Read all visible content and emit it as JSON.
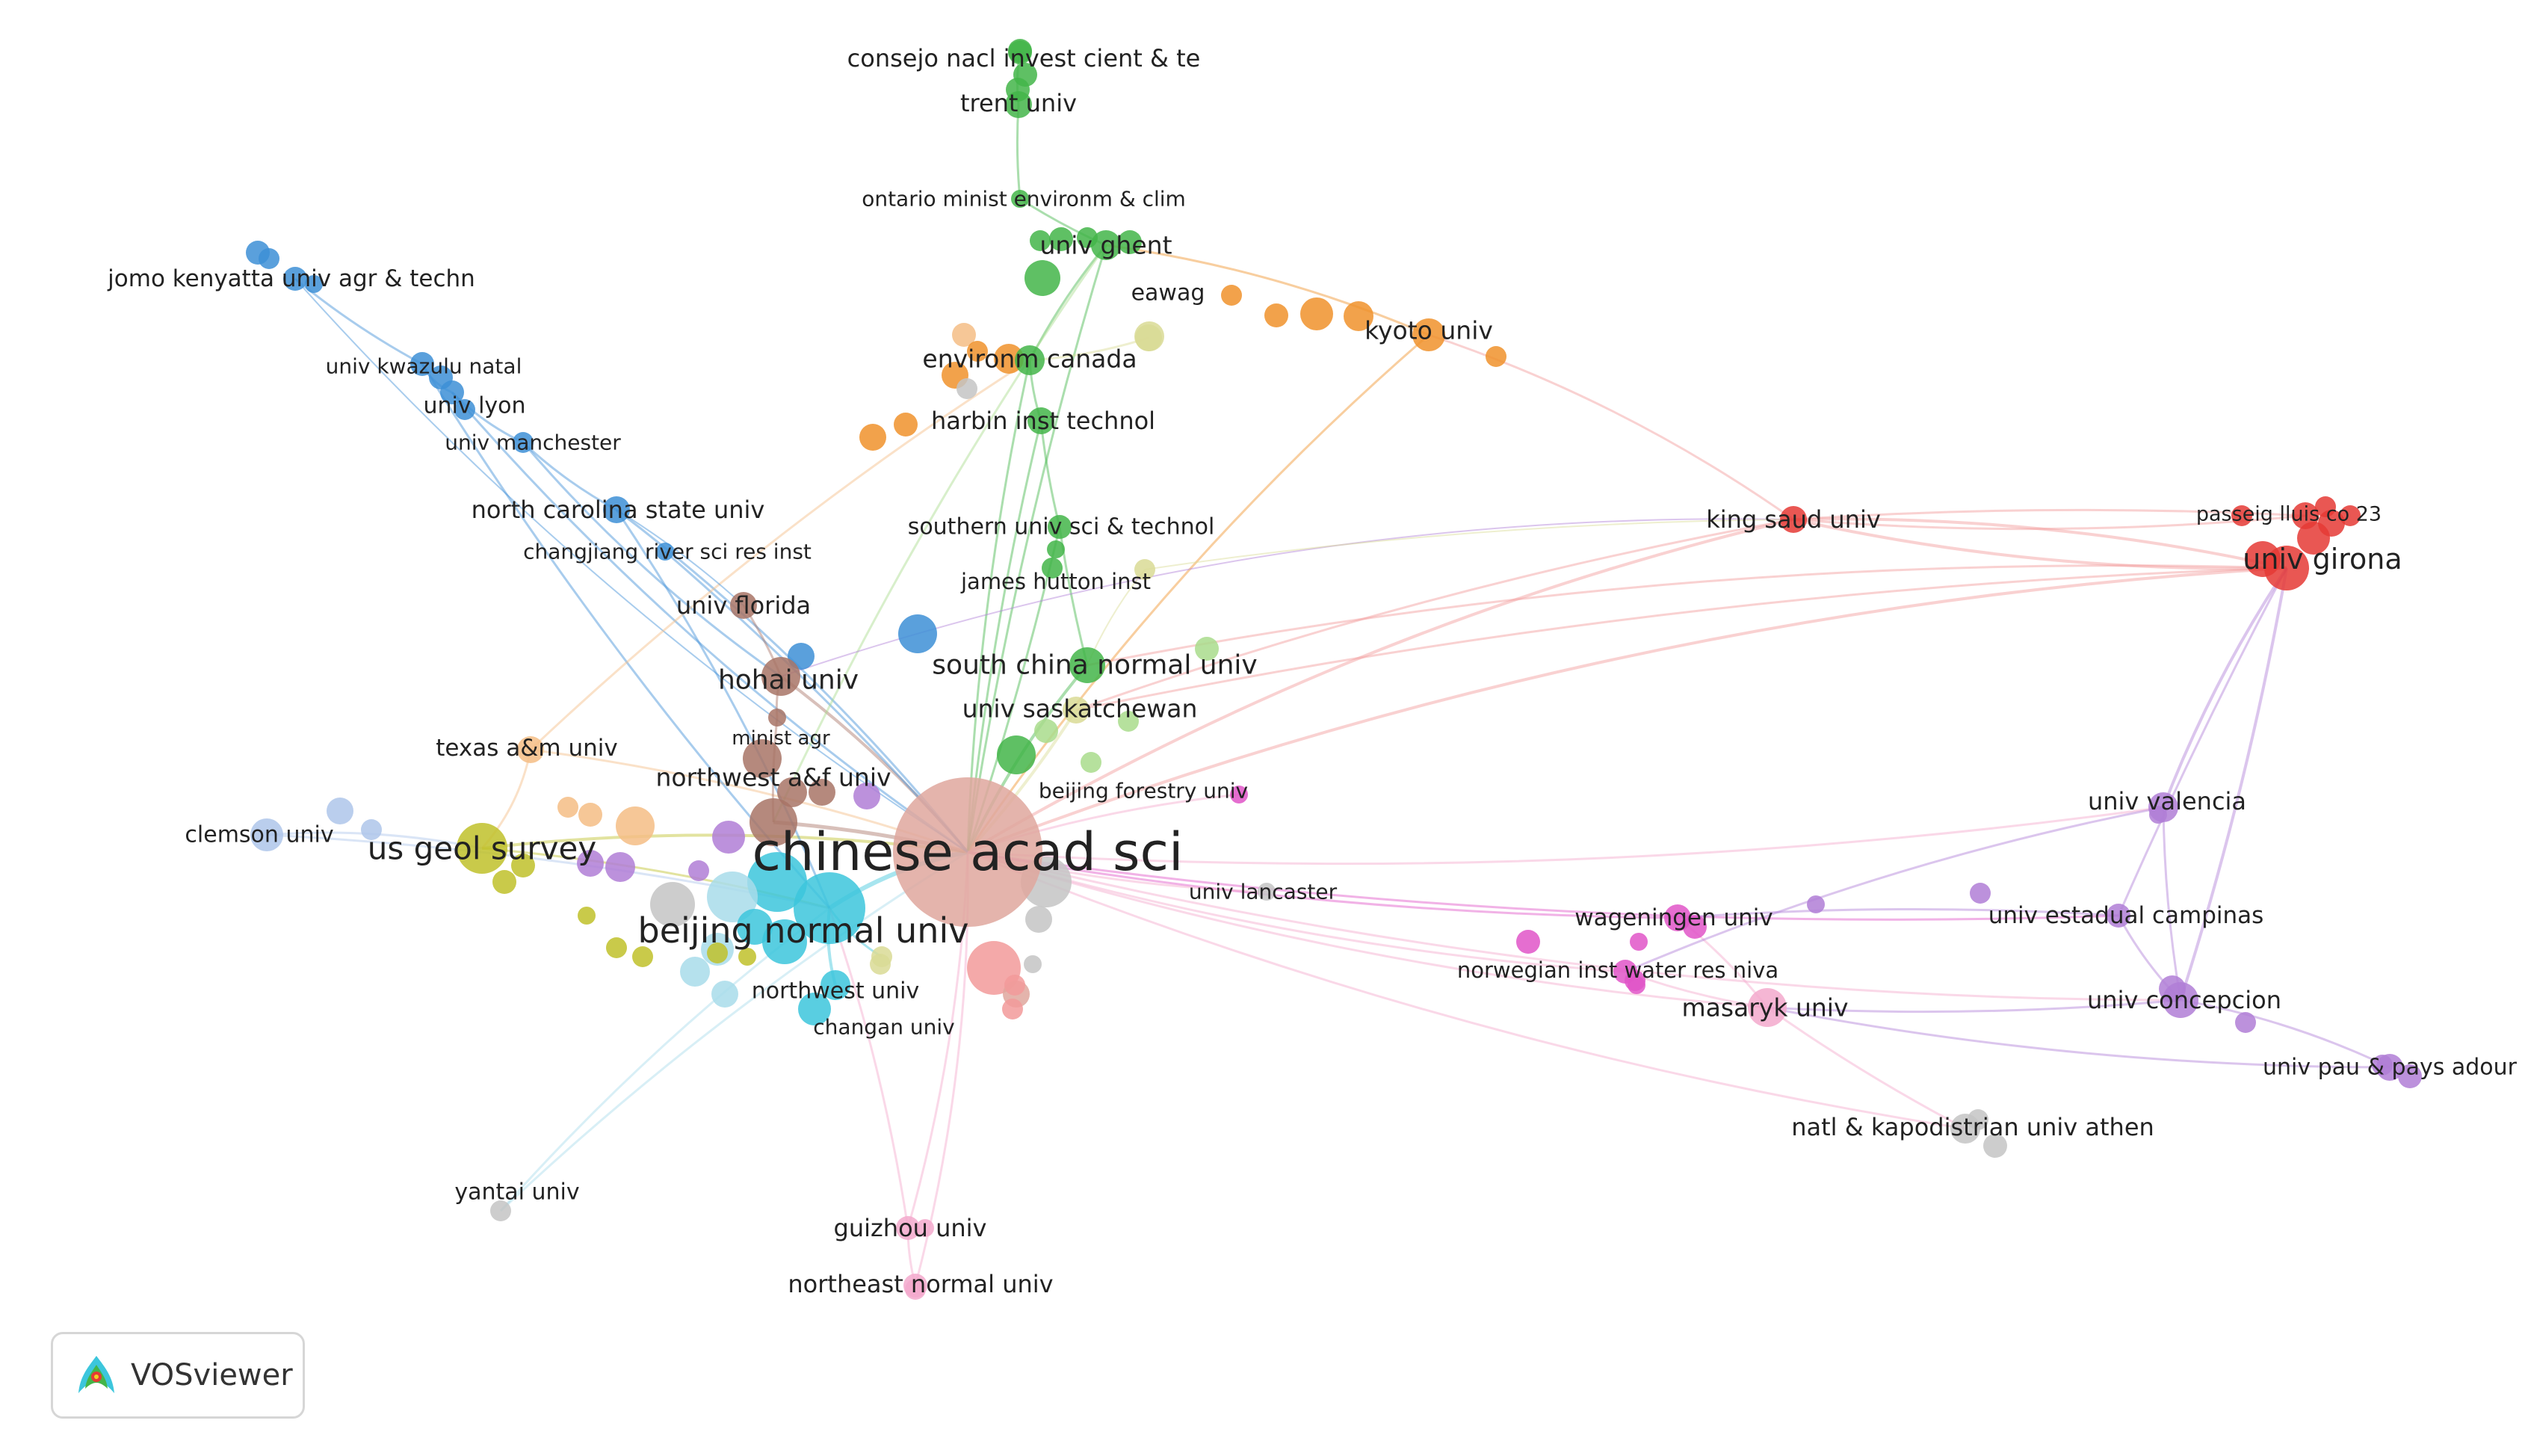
{
  "app": {
    "name": "VOSviewer"
  },
  "colors": {
    "red": "#e53935",
    "green": "#43b549",
    "blue": "#3d8fd6",
    "lightblue": "#aec6ea",
    "yellow": "#bfc12a",
    "orange": "#f0922b",
    "lightorange": "#f5bd85",
    "brown": "#a87466",
    "cyan": "#3cc6dc",
    "lightcyan": "#a8dcea",
    "pink": "#f3a9cd",
    "magenta": "#e055c8",
    "purple": "#b07ed6",
    "gray": "#c4c4c4",
    "salmon": "#f29a9a",
    "rosebrown": "#dfa79e",
    "lightgreen": "#a9dc8c",
    "khaki": "#d9db95"
  },
  "nodes": [
    {
      "id": "cas",
      "label": "chinese acad sci",
      "color": "rosebrown",
      "size": 100
    },
    {
      "id": "bnu",
      "label": "beijing normal univ",
      "color": "cyan",
      "size": 48
    },
    {
      "id": "usgs",
      "label": "us geol survey",
      "color": "yellow",
      "size": 34
    },
    {
      "id": "scnu",
      "label": "south china normal univ",
      "color": "green",
      "size": 24
    },
    {
      "id": "usask",
      "label": "univ saskatchewan",
      "color": "khaki",
      "size": 18
    },
    {
      "id": "hohai",
      "label": "hohai univ",
      "color": "brown",
      "size": 26
    },
    {
      "id": "nwaf",
      "label": "northwest a&f univ",
      "color": "brown",
      "size": 32
    },
    {
      "id": "minagr",
      "label": "minist agr",
      "color": "brown",
      "size": 12
    },
    {
      "id": "ufl",
      "label": "univ florida",
      "color": "brown",
      "size": 18
    },
    {
      "id": "girona",
      "label": "univ girona",
      "color": "red",
      "size": 30
    },
    {
      "id": "passeig",
      "label": "passeig lluis co 23",
      "color": "red",
      "size": 18
    },
    {
      "id": "ksu",
      "label": "king saud univ",
      "color": "red",
      "size": 18
    },
    {
      "id": "kyoto",
      "label": "kyoto univ",
      "color": "orange",
      "size": 22
    },
    {
      "id": "envcan",
      "label": "environm canada",
      "color": "green",
      "size": 20
    },
    {
      "id": "harbin",
      "label": "harbin inst technol",
      "color": "green",
      "size": 18
    },
    {
      "id": "ghent",
      "label": "univ ghent",
      "color": "green",
      "size": 20
    },
    {
      "id": "ontario",
      "label": "ontario minist environm & clim",
      "color": "green",
      "size": 12
    },
    {
      "id": "trent",
      "label": "trent univ",
      "color": "green",
      "size": 18
    },
    {
      "id": "conicet",
      "label": "consejo nacl invest cient & te",
      "color": "green",
      "size": 16
    },
    {
      "id": "eawag",
      "label": "eawag",
      "color": "khaki",
      "size": 18
    },
    {
      "id": "sust",
      "label": "southern univ sci & technol",
      "color": "green",
      "size": 16
    },
    {
      "id": "hutton",
      "label": "james hutton inst",
      "color": "khaki",
      "size": 14
    },
    {
      "id": "jkuat",
      "label": "jomo kenyatta univ agr & techn",
      "color": "blue",
      "size": 16
    },
    {
      "id": "ukzn",
      "label": "univ kwazulu natal",
      "color": "blue",
      "size": 16
    },
    {
      "id": "lyon",
      "label": "univ lyon",
      "color": "blue",
      "size": 16
    },
    {
      "id": "manchester",
      "label": "univ manchester",
      "color": "blue",
      "size": 14
    },
    {
      "id": "ncsu",
      "label": "north carolina state univ",
      "color": "blue",
      "size": 18
    },
    {
      "id": "changjiang",
      "label": "changjiang river sci res inst",
      "color": "blue",
      "size": 12
    },
    {
      "id": "tamu",
      "label": "texas a&m univ",
      "color": "lightorange",
      "size": 18
    },
    {
      "id": "clemson",
      "label": "clemson univ",
      "color": "lightblue",
      "size": 22
    },
    {
      "id": "bfu",
      "label": "beijing forestry univ",
      "color": "magenta",
      "size": 12
    },
    {
      "id": "lancaster",
      "label": "univ lancaster",
      "color": "gray",
      "size": 12
    },
    {
      "id": "nwu",
      "label": "northwest univ",
      "color": "cyan",
      "size": 20
    },
    {
      "id": "chd",
      "label": "changan univ",
      "color": "khaki",
      "size": 14
    },
    {
      "id": "yantai",
      "label": "yantai univ",
      "color": "gray",
      "size": 14
    },
    {
      "id": "guizhou",
      "label": "guizhou univ",
      "color": "pink",
      "size": 16
    },
    {
      "id": "nenu",
      "label": "northeast normal univ",
      "color": "pink",
      "size": 16
    },
    {
      "id": "wur",
      "label": "wageningen univ",
      "color": "magenta",
      "size": 18
    },
    {
      "id": "niva",
      "label": "norwegian inst water res niva",
      "color": "magenta",
      "size": 16
    },
    {
      "id": "masaryk",
      "label": "masaryk univ",
      "color": "pink",
      "size": 26
    },
    {
      "id": "valencia",
      "label": "univ valencia",
      "color": "purple",
      "size": 20
    },
    {
      "id": "unicamp",
      "label": "univ estadual campinas",
      "color": "purple",
      "size": 16
    },
    {
      "id": "concepcion",
      "label": "univ concepcion",
      "color": "purple",
      "size": 24
    },
    {
      "id": "pau",
      "label": "univ pau & pays adour",
      "color": "purple",
      "size": 18
    },
    {
      "id": "athens",
      "label": "natl & kapodistrian univ athen",
      "color": "gray",
      "size": 20
    }
  ]
}
